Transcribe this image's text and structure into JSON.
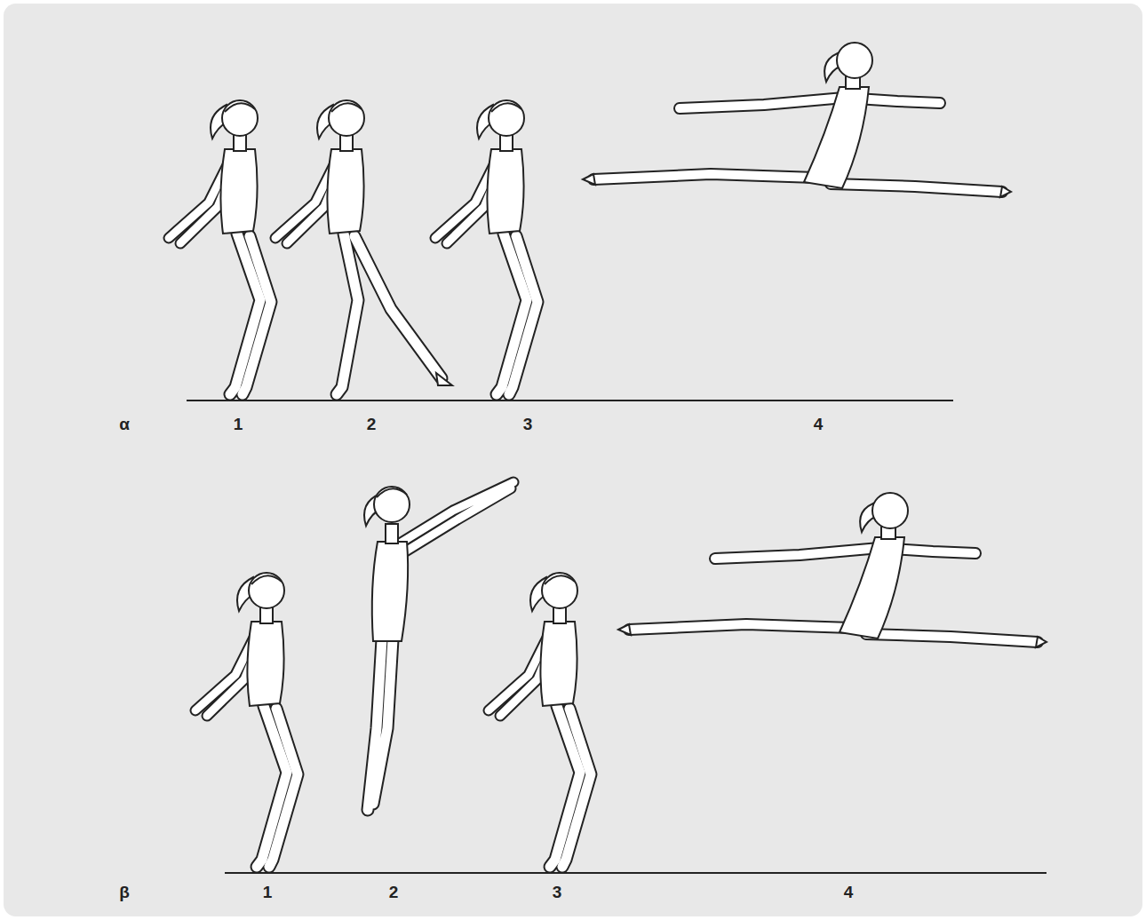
{
  "diagram": {
    "labels": [
      "α",
      "1",
      "2",
      "3",
      "4",
      "β",
      "1",
      "2",
      "3",
      "4"
    ]
  }
}
